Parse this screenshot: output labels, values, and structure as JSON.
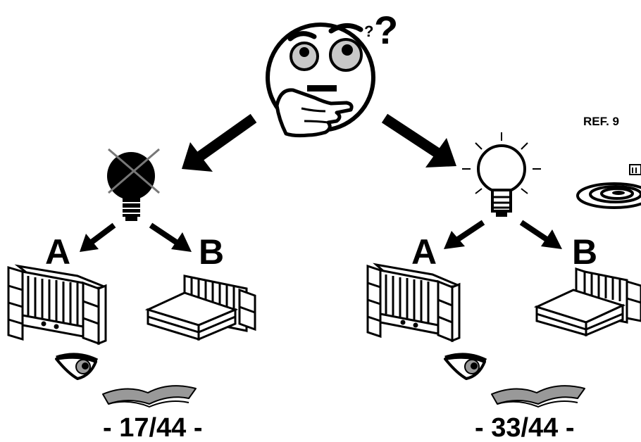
{
  "ref_label": "REF. 9",
  "left_branch": {
    "option_a": "A",
    "option_b": "B",
    "page_ref": "- 17/44 -"
  },
  "right_branch": {
    "option_a": "A",
    "option_b": "B",
    "page_ref": "- 33/44 -"
  },
  "question_marks": {
    "small": "?",
    "large": "?"
  },
  "icons": {
    "thinking": "thinking-face-icon",
    "bulb_off": "crossed-out-lightbulb-icon",
    "bulb_on": "lit-lightbulb-icon",
    "eye": "eye-icon",
    "book": "open-book-icon",
    "bed": "bed-icon",
    "headboard": "headboard-unit-icon"
  }
}
